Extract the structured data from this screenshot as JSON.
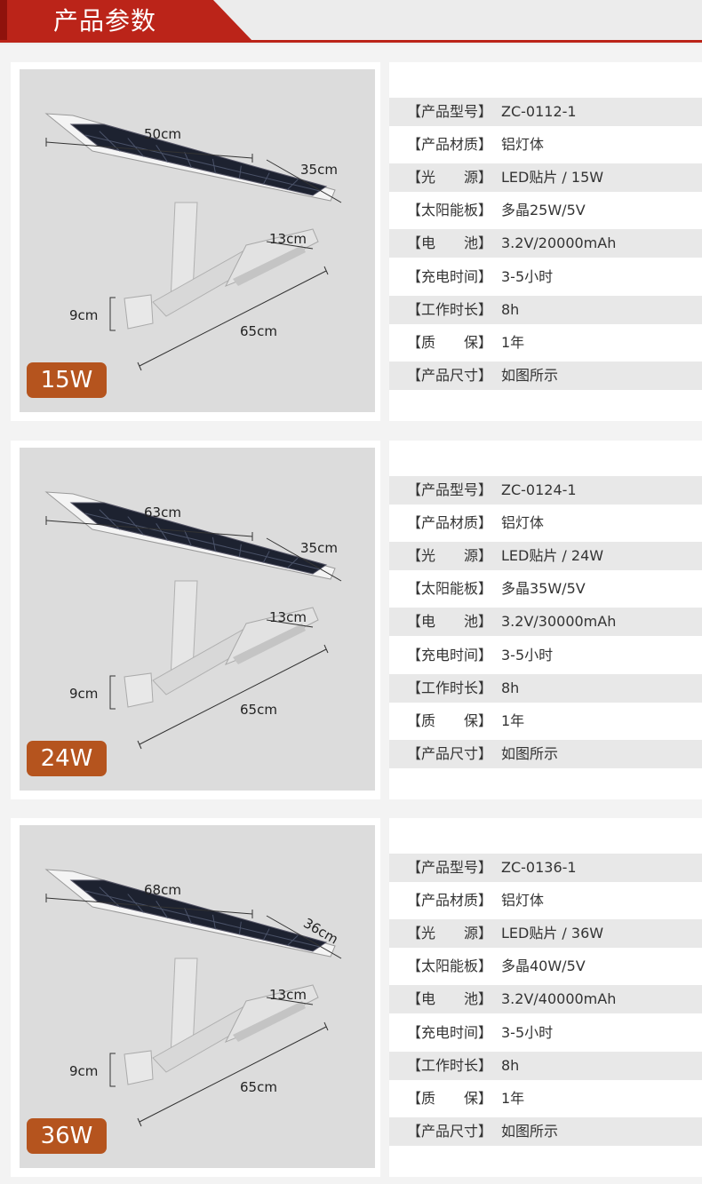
{
  "header": {
    "title": "产品参数"
  },
  "products": [
    {
      "badge": "15W",
      "dims": {
        "width": "50cm",
        "depth": "35cm",
        "lamp_height": "13cm",
        "mount": "9cm",
        "arm": "65cm"
      },
      "specs": [
        {
          "label": "【产品型号】",
          "value": "ZC-0112-1"
        },
        {
          "label": "【产品材质】",
          "value": "铝灯体"
        },
        {
          "label": "【光　　源】",
          "value": "LED贴片 / 15W"
        },
        {
          "label": "【太阳能板】",
          "value": "多晶25W/5V"
        },
        {
          "label": "【电　　池】",
          "value": "3.2V/20000mAh"
        },
        {
          "label": "【充电时间】",
          "value": "3-5小时"
        },
        {
          "label": "【工作时长】",
          "value": "8h"
        },
        {
          "label": "【质　　保】",
          "value": "1年"
        },
        {
          "label": "【产品尺寸】",
          "value": "如图所示"
        }
      ]
    },
    {
      "badge": "24W",
      "dims": {
        "width": "63cm",
        "depth": "35cm",
        "lamp_height": "13cm",
        "mount": "9cm",
        "arm": "65cm"
      },
      "specs": [
        {
          "label": "【产品型号】",
          "value": "ZC-0124-1"
        },
        {
          "label": "【产品材质】",
          "value": "铝灯体"
        },
        {
          "label": "【光　　源】",
          "value": "LED贴片 / 24W"
        },
        {
          "label": "【太阳能板】",
          "value": "多晶35W/5V"
        },
        {
          "label": "【电　　池】",
          "value": "3.2V/30000mAh"
        },
        {
          "label": "【充电时间】",
          "value": "3-5小时"
        },
        {
          "label": "【工作时长】",
          "value": "8h"
        },
        {
          "label": "【质　　保】",
          "value": "1年"
        },
        {
          "label": "【产品尺寸】",
          "value": "如图所示"
        }
      ]
    },
    {
      "badge": "36W",
      "dims": {
        "width": "68cm",
        "depth": "36cm",
        "lamp_height": "13cm",
        "mount": "9cm",
        "arm": "65cm"
      },
      "specs": [
        {
          "label": "【产品型号】",
          "value": "ZC-0136-1"
        },
        {
          "label": "【产品材质】",
          "value": "铝灯体"
        },
        {
          "label": "【光　　源】",
          "value": "LED贴片 / 36W"
        },
        {
          "label": "【太阳能板】",
          "value": "多晶40W/5V"
        },
        {
          "label": "【电　　池】",
          "value": "3.2V/40000mAh"
        },
        {
          "label": "【充电时间】",
          "value": "3-5小时"
        },
        {
          "label": "【工作时长】",
          "value": "8h"
        },
        {
          "label": "【质　　保】",
          "value": "1年"
        },
        {
          "label": "【产品尺寸】",
          "value": "如图所示"
        }
      ]
    }
  ]
}
